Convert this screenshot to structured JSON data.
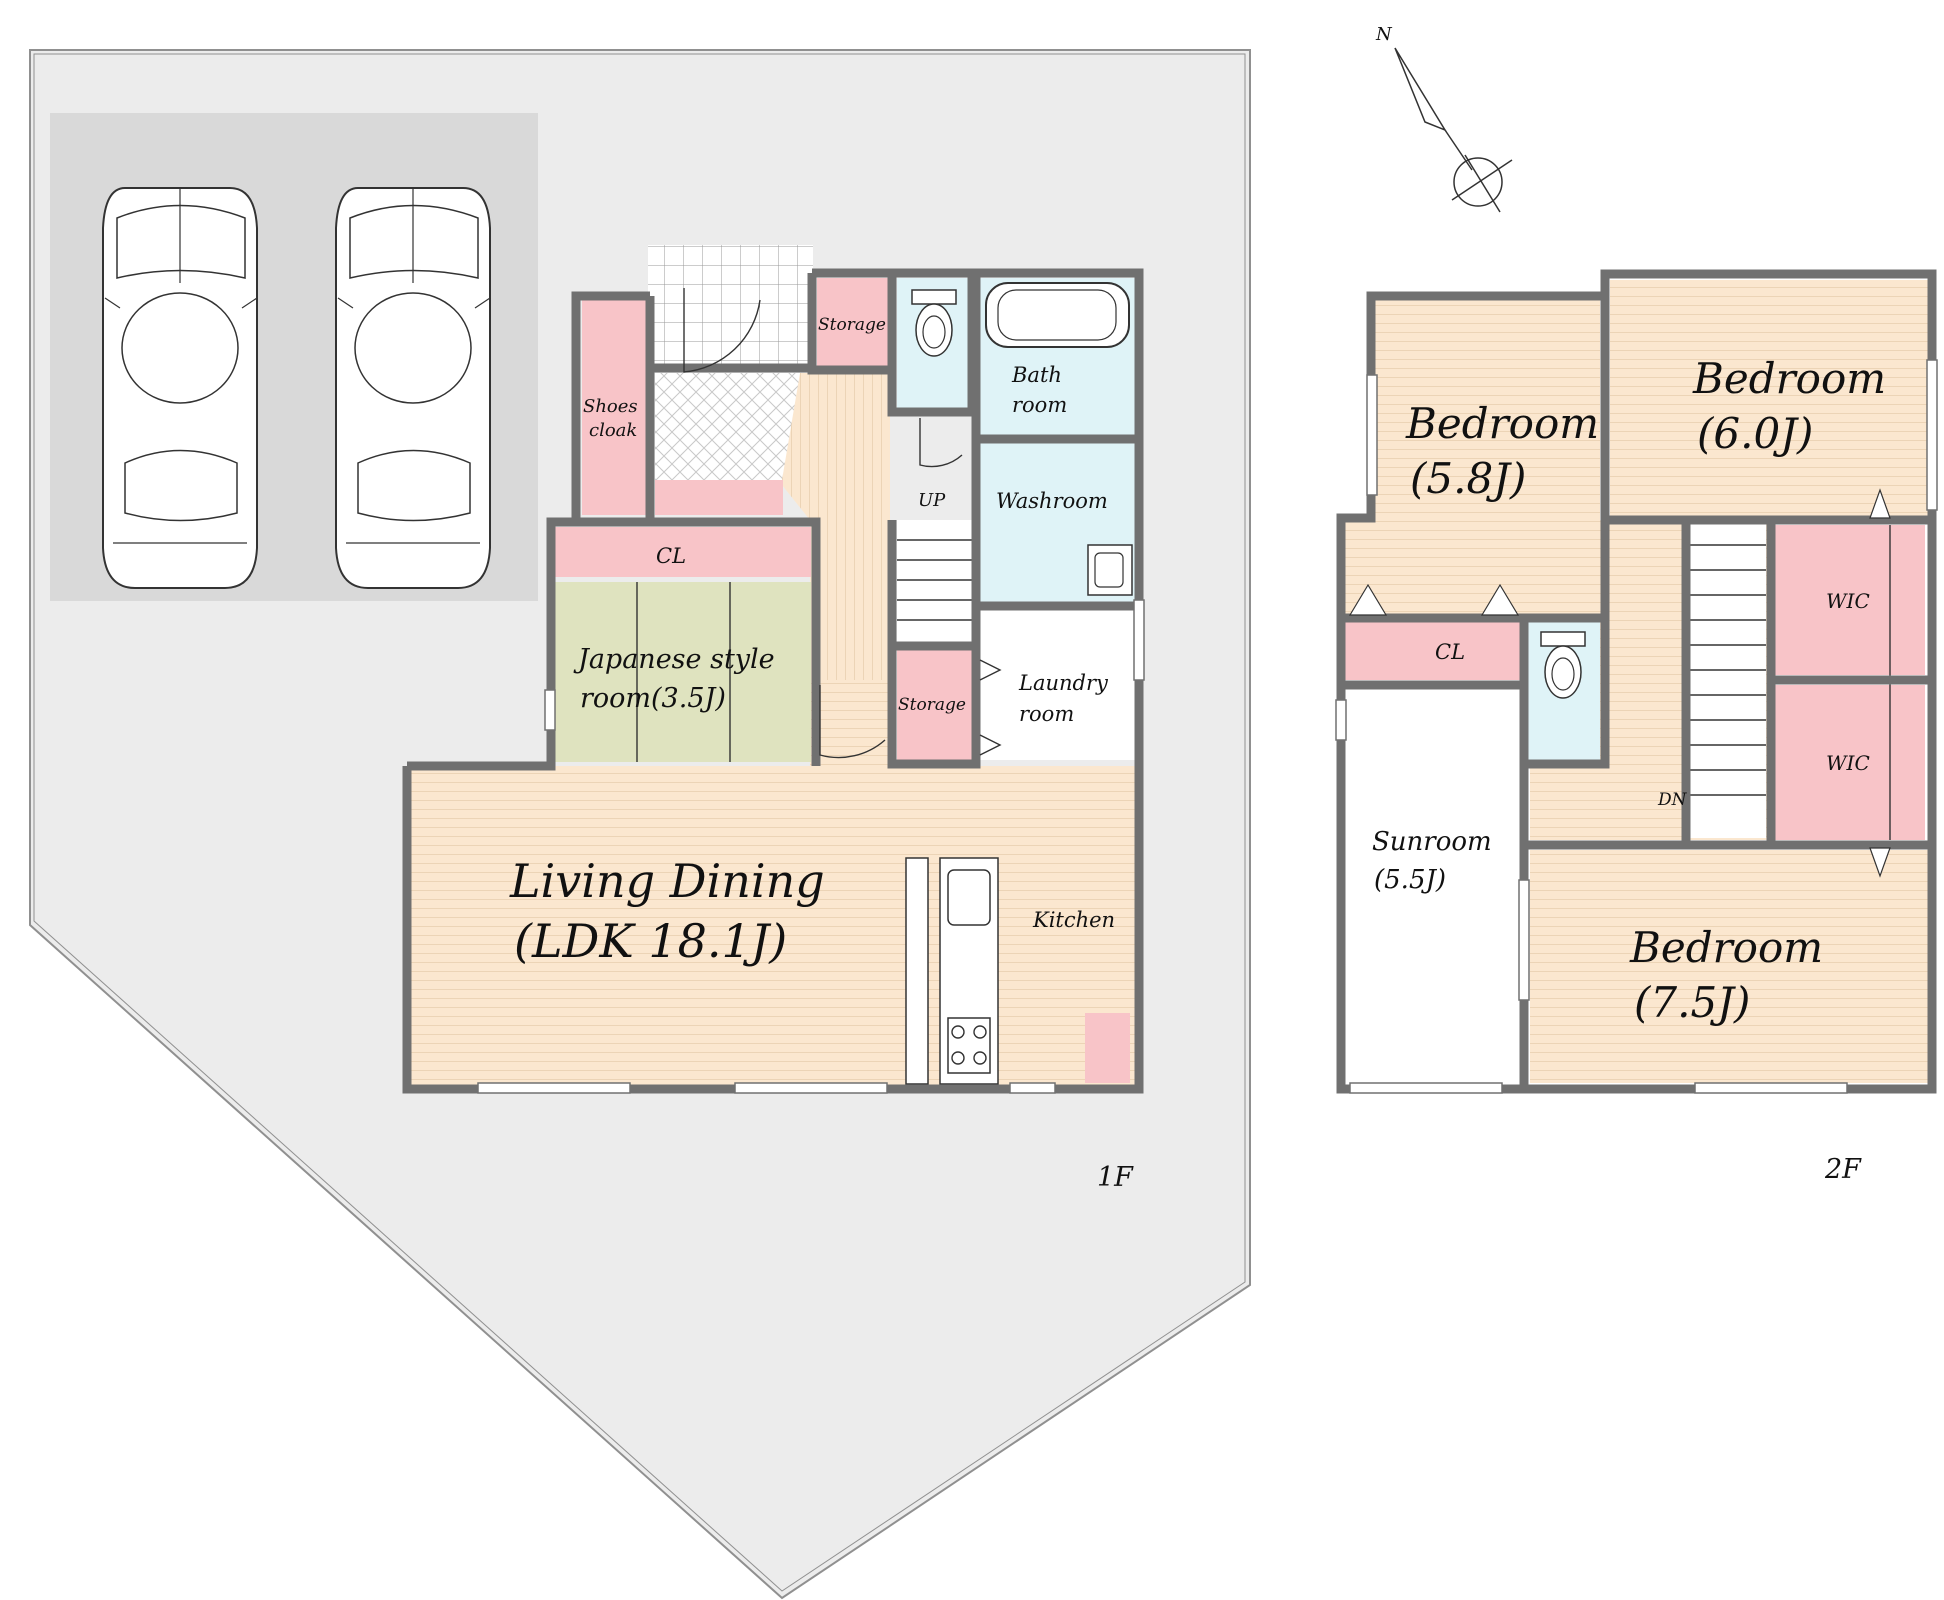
{
  "floors": {
    "f1": "1F",
    "f2": "2F"
  },
  "compass": {
    "north": "N"
  },
  "rooms_1f": {
    "storage_top": "Storage",
    "bath_line1": "Bath",
    "bath_line2": "room",
    "shoes_line1": "Shoes",
    "shoes_line2": "cloak",
    "up": "UP",
    "washroom": "Washroom",
    "cl": "CL",
    "japanese_line1": "Japanese style",
    "japanese_line2": "room(3.5J)",
    "storage_mid": "Storage",
    "laundry_line1": "Laundry",
    "laundry_line2": "room",
    "living_line1": "Living Dining",
    "living_line2": "(LDK  18.1J)",
    "kitchen": "Kitchen"
  },
  "rooms_2f": {
    "bedroom_a_line1": "Bedroom",
    "bedroom_a_line2": "(5.8J)",
    "bedroom_b_line1": "Bedroom",
    "bedroom_b_line2": "(6.0J)",
    "wic_top": "WIC",
    "wic_bottom": "WIC",
    "cl": "CL",
    "dn": "DN",
    "sunroom_line1": "Sunroom",
    "sunroom_line2": "(5.5J)",
    "bedroom_c_line1": "Bedroom",
    "bedroom_c_line2": "(7.5J)"
  },
  "colors": {
    "lot": "#ececec",
    "parking": "#d9d9d9",
    "wood_floor": "#fbe7cf",
    "wet_room": "#dff3f7",
    "storage": "#f8c4c8",
    "tatami": "#dfe3bf",
    "wall": "#707070"
  }
}
